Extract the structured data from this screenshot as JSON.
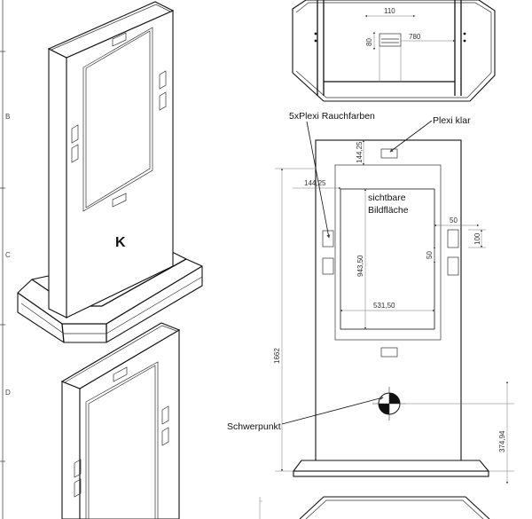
{
  "zones": [
    "B",
    "C",
    "D"
  ],
  "labels": {
    "smoked": "5xPlexi Rauchfarben",
    "clear": "Plexi klar",
    "visible_line1": "sichtbare",
    "visible_line2": "Bildfläche",
    "cog": "Schwerpunkt",
    "logo": "K"
  },
  "dimensions": {
    "top_gap": "144,25",
    "side_gap": "144,25",
    "screen_height": "943,50",
    "screen_width": "531,50",
    "total_height": "1662",
    "panel_width": "50",
    "panel_height": "100",
    "panel_side": "50",
    "cog_height": "374,94",
    "top_110": "110",
    "top_80": "80",
    "top_780": "780"
  }
}
